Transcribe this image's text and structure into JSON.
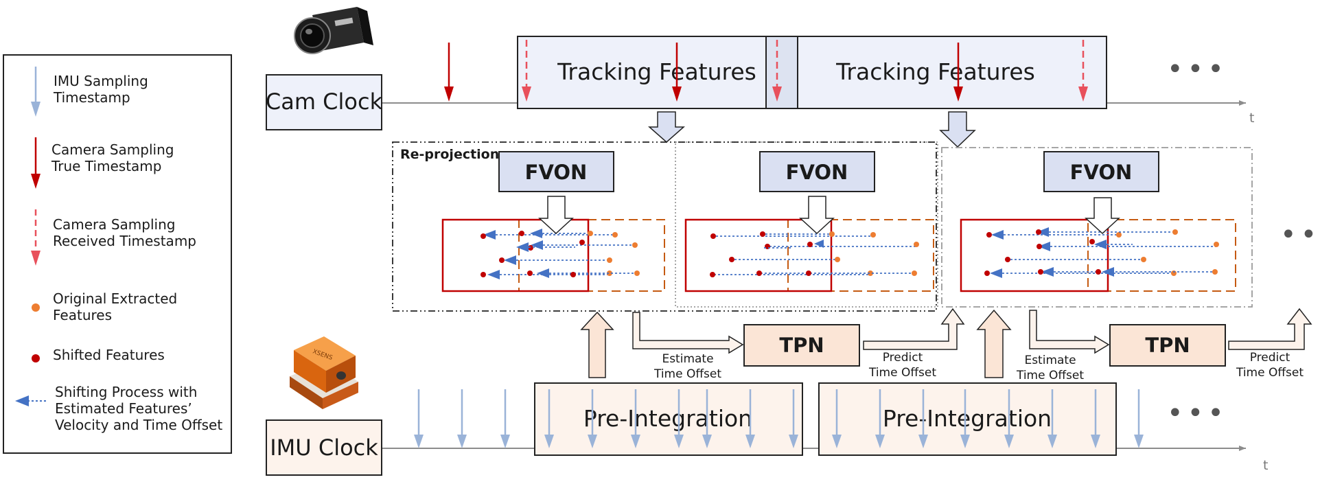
{
  "legend": {
    "imu_sampling": [
      "IMU Sampling",
      "Timestamp"
    ],
    "camera_true": [
      "Camera Sampling",
      "True Timestamp"
    ],
    "camera_received": [
      "Camera Sampling",
      "Received Timestamp"
    ],
    "original_features": [
      "Original Extracted",
      "Features"
    ],
    "shifted_features": [
      "Shifted Features"
    ],
    "shifting_process": [
      "Shifting Process with",
      "Estimated Features’",
      "Velocity and Time Offset"
    ]
  },
  "clocks": {
    "cam": "Cam Clock",
    "imu": "IMU Clock",
    "time_axis": "t"
  },
  "tracking": [
    "Tracking Features",
    "Tracking Features"
  ],
  "preintegration": [
    "Pre-Integration",
    "Pre-Integration"
  ],
  "fvon": [
    "FVON",
    "FVON",
    "FVON"
  ],
  "reprojection": "Re-projection",
  "tpn": [
    "TPN",
    "TPN"
  ],
  "estimate_offset": [
    "Estimate",
    "Time Offset"
  ],
  "predict_offset": [
    "Predict",
    "Time Offset"
  ],
  "ellipsis": "•••",
  "colors": {
    "imu_arrow": "#9ab3d8",
    "camera_true": "#c00000",
    "camera_received": "#e8505b",
    "original_feature": "#ed7d31",
    "shifted_feature": "#c00000",
    "shift_arrow": "#4472c4",
    "tracking_fill": "#eef1fa",
    "fvon_fill": "#dae0f2",
    "tpn_fill": "#fbe5d6",
    "preint_fill": "#fdf3ec"
  }
}
